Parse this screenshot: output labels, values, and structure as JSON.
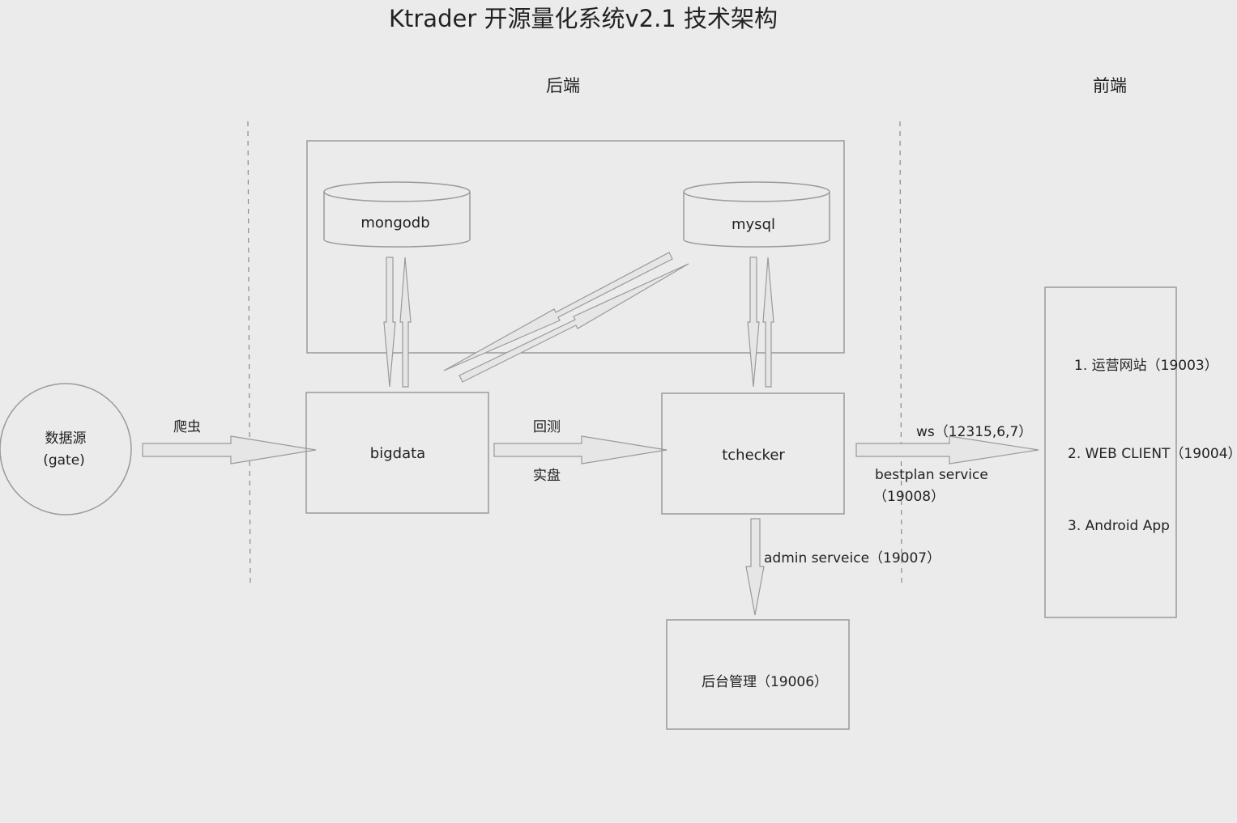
{
  "title": "Ktrader 开源量化系统v2.1 技术架构",
  "sections": {
    "backend": "后端",
    "frontend": "前端"
  },
  "datasource": {
    "line1": "数据源",
    "line2": "(gate)"
  },
  "edges": {
    "crawler": "爬虫",
    "backtest": "回测",
    "live": "实盘",
    "ws": "ws（12315,6,7）",
    "bestplan": "bestplan service",
    "bestplan_port": "（19008）",
    "admin": "admin serveice（19007）"
  },
  "nodes": {
    "mongodb": "mongodb",
    "mysql": "mysql",
    "bigdata": "bigdata",
    "tchecker": "tchecker",
    "admin_panel": "后台管理（19006）"
  },
  "frontend_items": [
    "1. 运营网站（19003）",
    "2. WEB CLIENT（19004）",
    "3. Android App"
  ]
}
